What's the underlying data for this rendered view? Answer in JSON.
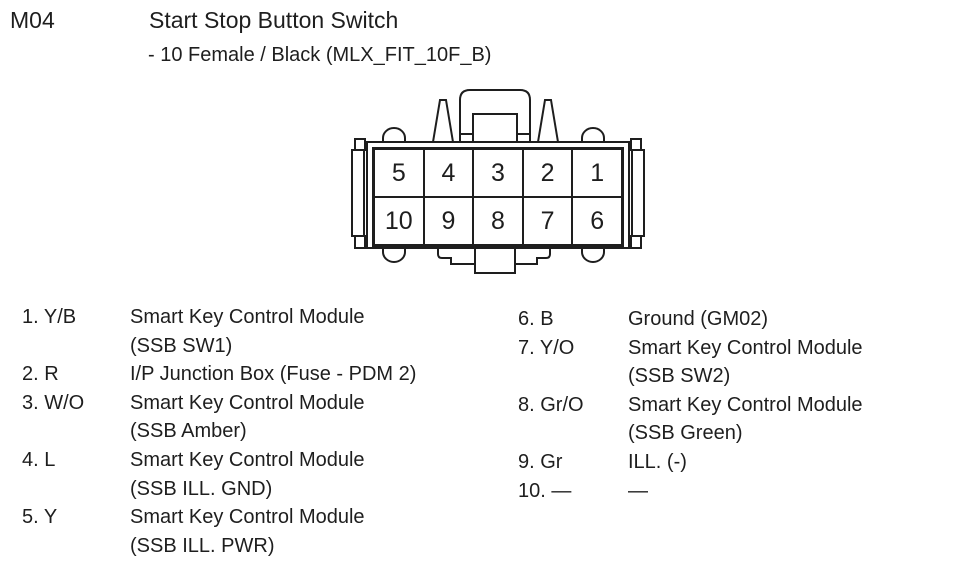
{
  "header": {
    "connector_id": "M04",
    "title": "Start Stop Button Switch",
    "subtitle": "- 10 Female / Black (MLX_FIT_10F_B)"
  },
  "connector": {
    "pins_top": [
      "5",
      "4",
      "3",
      "2",
      "1"
    ],
    "pins_bottom": [
      "10",
      "9",
      "8",
      "7",
      "6"
    ]
  },
  "pin_table": {
    "left": [
      {
        "pin": "1",
        "code": "Y/B",
        "lines": [
          "Smart Key Control Module",
          "(SSB SW1)"
        ]
      },
      {
        "pin": "2",
        "code": "R",
        "lines": [
          "I/P Junction Box (Fuse - PDM 2)"
        ]
      },
      {
        "pin": "3",
        "code": "W/O",
        "lines": [
          "Smart Key Control Module",
          "(SSB Amber)"
        ]
      },
      {
        "pin": "4",
        "code": "L",
        "lines": [
          "Smart Key Control Module",
          "(SSB ILL. GND)"
        ]
      },
      {
        "pin": "5",
        "code": "Y",
        "lines": [
          "Smart Key Control Module",
          "(SSB ILL. PWR)"
        ]
      }
    ],
    "right": [
      {
        "pin": "6",
        "code": "B",
        "lines": [
          "Ground (GM02)"
        ]
      },
      {
        "pin": "7",
        "code": "Y/O",
        "lines": [
          "Smart Key Control Module",
          "(SSB SW2)"
        ]
      },
      {
        "pin": "8",
        "code": "Gr/O",
        "lines": [
          "Smart Key Control Module",
          "(SSB Green)"
        ]
      },
      {
        "pin": "9",
        "code": "Gr",
        "lines": [
          "ILL. (-)"
        ]
      },
      {
        "pin": "10",
        "code": "—",
        "lines": [
          "—"
        ]
      }
    ]
  },
  "colors": {
    "ink": "#1e1e1e",
    "background": "#ffffff"
  }
}
